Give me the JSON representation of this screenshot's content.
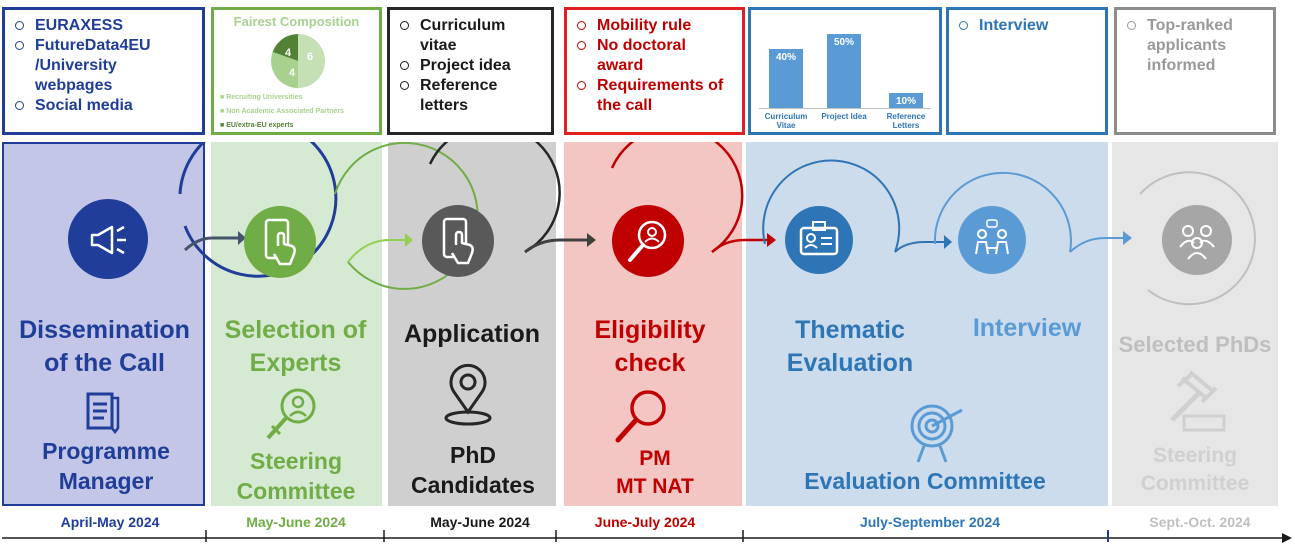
{
  "top_boxes": {
    "dissemination": [
      "EURAXESS",
      "FutureData4EU /University webpages",
      "Social media"
    ],
    "experts": {
      "title": "Fairest Composition",
      "slices": [
        {
          "label": "Recruiting Universities",
          "value": 4,
          "color": "#a9d18e"
        },
        {
          "label": "Non Academic Associated Partners",
          "value": 6,
          "color": "#c5e0b4"
        },
        {
          "label": "EU/extra-EU experts",
          "value": 4,
          "color": "#538135"
        }
      ],
      "slice_texts": [
        "4",
        "6",
        "4"
      ]
    },
    "application": [
      "Curriculum vitae",
      "Project idea",
      "Reference letters"
    ],
    "eligibility": [
      "Mobility rule",
      "No doctoral award",
      "Requirements of the call"
    ],
    "thematic_chart": {
      "type": "bar",
      "categories": [
        "Curriculum Vitae",
        "Project Idea",
        "Reference Letters"
      ],
      "values": [
        40,
        50,
        10
      ],
      "value_labels": [
        "40%",
        "50%",
        "10%"
      ]
    },
    "interview": [
      "Interview"
    ],
    "selected": [
      "Top-ranked applicants informed"
    ]
  },
  "steps": {
    "dissemination": {
      "title": "Dissemination of the Call",
      "actor": "Programme Manager",
      "icon": "megaphone-icon"
    },
    "experts": {
      "title": "Selection of Experts",
      "actor": "Steering Committee",
      "icon": "phone-touch-icon"
    },
    "application": {
      "title": "Application",
      "actor": "PhD Candidates",
      "icon": "phone-touch-icon"
    },
    "eligibility": {
      "title": "Eligibility check",
      "actor1": "PM",
      "actor2": "MT NAT",
      "icon": "magnifier-user-icon"
    },
    "thematic": {
      "title": "Thematic Evaluation",
      "icon": "id-card-icon"
    },
    "interview": {
      "title": "Interview",
      "icon": "meeting-icon"
    },
    "evaluation_committee": {
      "actor": "Evaluation Committee"
    },
    "selected": {
      "title": "Selected PhDs",
      "actor": "Steering Committee",
      "icon": "people-icon"
    }
  },
  "timeline": [
    "April-May 2024",
    "May-June 2024",
    "May-June 2024",
    "June-July 2024",
    "July-September 2024",
    "Sept.-Oct. 2024"
  ],
  "colors": {
    "navy": "#1f3d99",
    "green": "#70ad47",
    "black": "#1a1a1a",
    "red": "#c00000",
    "blue": "#2e75b6",
    "lightblue": "#5b9bd5",
    "grey": "#bfbfbf"
  }
}
